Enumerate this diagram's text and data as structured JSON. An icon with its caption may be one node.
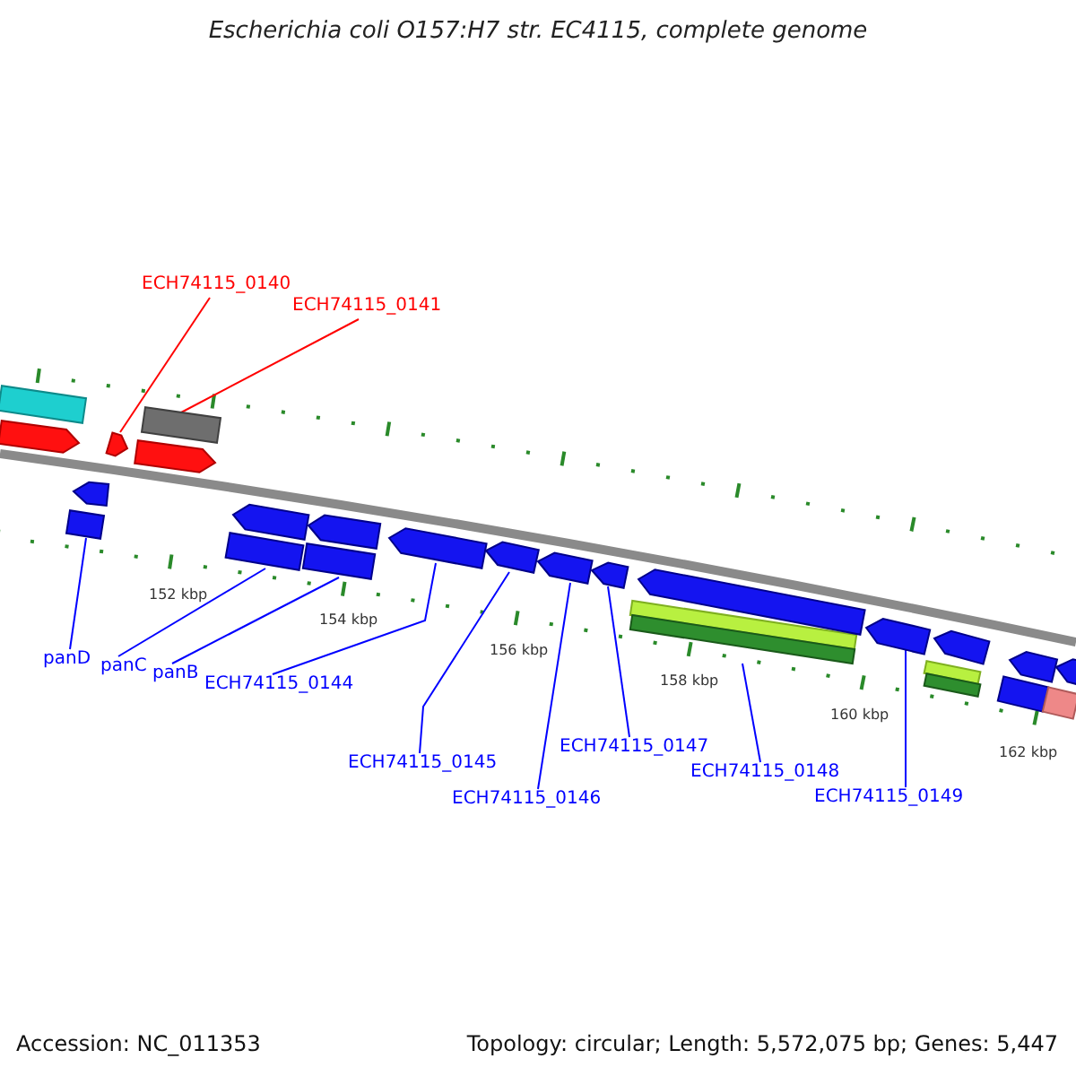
{
  "diagram": {
    "title": "Escherichia coli O157:H7 str. EC4115, complete genome",
    "nodes": [
      {
        "text": [
          "ECH74115_0140"
        ]
      },
      {
        "text": [
          "ECH74115_0141"
        ]
      },
      {
        "text": [
          "panD"
        ]
      },
      {
        "text": [
          "panC"
        ]
      },
      {
        "text": [
          "panB"
        ]
      },
      {
        "text": [
          "ECH74115_0144"
        ]
      },
      {
        "text": [
          "ECH74115_0145"
        ]
      },
      {
        "text": [
          "ECH74115_0146"
        ]
      },
      {
        "text": [
          "ECH74115_0147"
        ]
      },
      {
        "text": [
          "ECH74115_0148"
        ]
      },
      {
        "text": [
          "ECH74115_0149"
        ]
      },
      {
        "text": [],
        "shape": "arrow"
      },
      {
        "text": [],
        "shape": "bar"
      },
      {
        "text": [],
        "shape": "bar"
      },
      {
        "text": [],
        "shape": "bar"
      },
      {
        "text": [],
        "shape": "bar"
      },
      {
        "text": [],
        "shape": "arrow"
      },
      {
        "text": [],
        "shape": "arrow"
      },
      {
        "text": [],
        "shape": "arrow"
      },
      {
        "text": [],
        "shape": "arrow"
      },
      {
        "text": [],
        "shape": "bar"
      },
      {
        "text": [],
        "shape": "arrow"
      },
      {
        "text": [],
        "shape": "bar"
      },
      {
        "text": [],
        "shape": "arrow"
      },
      {
        "text": [],
        "shape": "arrow"
      },
      {
        "text": [],
        "shape": "arrow"
      },
      {
        "text": [],
        "shape": "arrow"
      },
      {
        "text": [],
        "shape": "arrow"
      },
      {
        "text": [],
        "shape": "arrow"
      },
      {
        "text": [],
        "shape": "arrow"
      },
      {
        "text": [],
        "shape": "bar"
      },
      {
        "text": [],
        "shape": "arrow"
      },
      {
        "text": [],
        "shape": "arrow"
      },
      {
        "text": [],
        "shape": "bar"
      },
      {
        "text": [],
        "shape": "bar"
      }
    ],
    "edges": [
      {
        "from": 0,
        "to": 11,
        "arrow": "none",
        "color": "#ff0000"
      },
      {
        "from": 1,
        "to": 12,
        "arrow": "none",
        "color": "#ff0000"
      },
      {
        "from": 2,
        "to": 13,
        "arrow": "none"
      },
      {
        "from": 3,
        "to": 14,
        "arrow": "none"
      },
      {
        "from": 4,
        "to": 15,
        "arrow": "none"
      },
      {
        "from": 5,
        "to": 16,
        "arrow": "none"
      },
      {
        "from": 6,
        "to": 17,
        "arrow": "none"
      },
      {
        "from": 7,
        "to": 18,
        "arrow": "none"
      },
      {
        "from": 8,
        "to": 19,
        "arrow": "none"
      },
      {
        "from": 9,
        "to": 20,
        "arrow": "none"
      },
      {
        "from": 10,
        "to": 21,
        "arrow": "none"
      }
    ],
    "labels": [
      "152 kbp",
      "154 kbp",
      "156 kbp",
      "158 kbp",
      "160 kbp",
      "162 kbp",
      "Accession: NC_011353",
      "Topology: circular; Length: 5,572,075 bp; Genes: 5,447"
    ]
  }
}
